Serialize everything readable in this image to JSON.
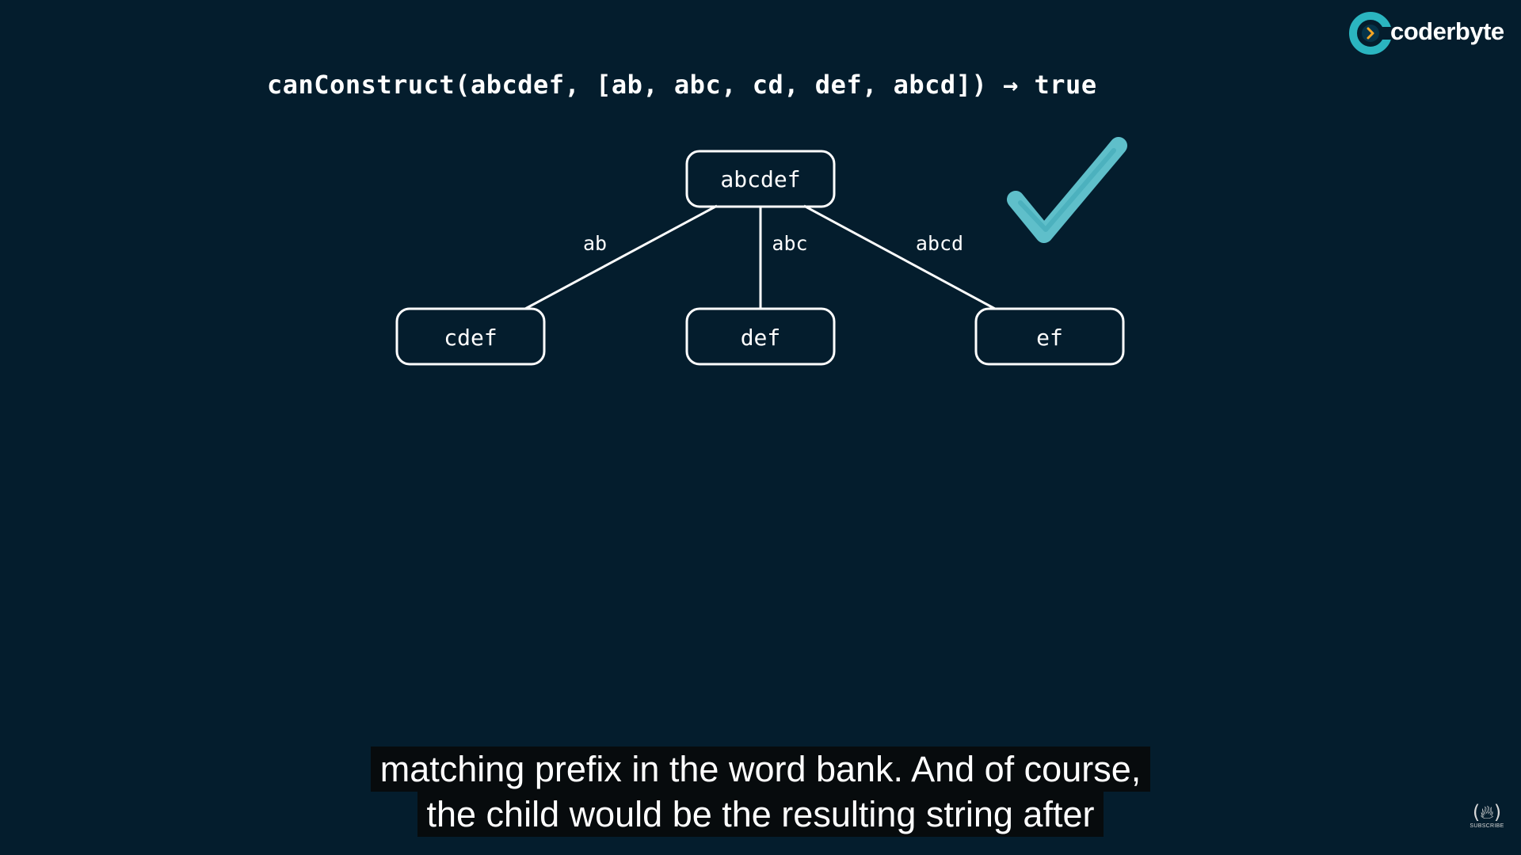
{
  "headline": "canConstruct(abcdef, [ab, abc, cd, def, abcd]) → true",
  "brand": {
    "name": "coderbyte",
    "icon": "coderbyte-logo-icon"
  },
  "tree": {
    "root": "abcdef",
    "children": [
      {
        "edge": "ab",
        "node": "cdef"
      },
      {
        "edge": "abc",
        "node": "def"
      },
      {
        "edge": "abcd",
        "node": "ef"
      }
    ]
  },
  "result_icon": "checkmark-icon",
  "colors": {
    "background": "#041d2d",
    "node_stroke": "#ffffff",
    "checkmark": "#5fbfca",
    "brand_accent": "#2bb5c0",
    "brand_chevron": "#f5a623"
  },
  "captions": [
    "matching prefix in the word bank. And of course,",
    "the child would be the resulting string after"
  ],
  "corner_badge": {
    "label": "SUBSCRIBE",
    "icon": "freecodecamp-flame-icon"
  }
}
